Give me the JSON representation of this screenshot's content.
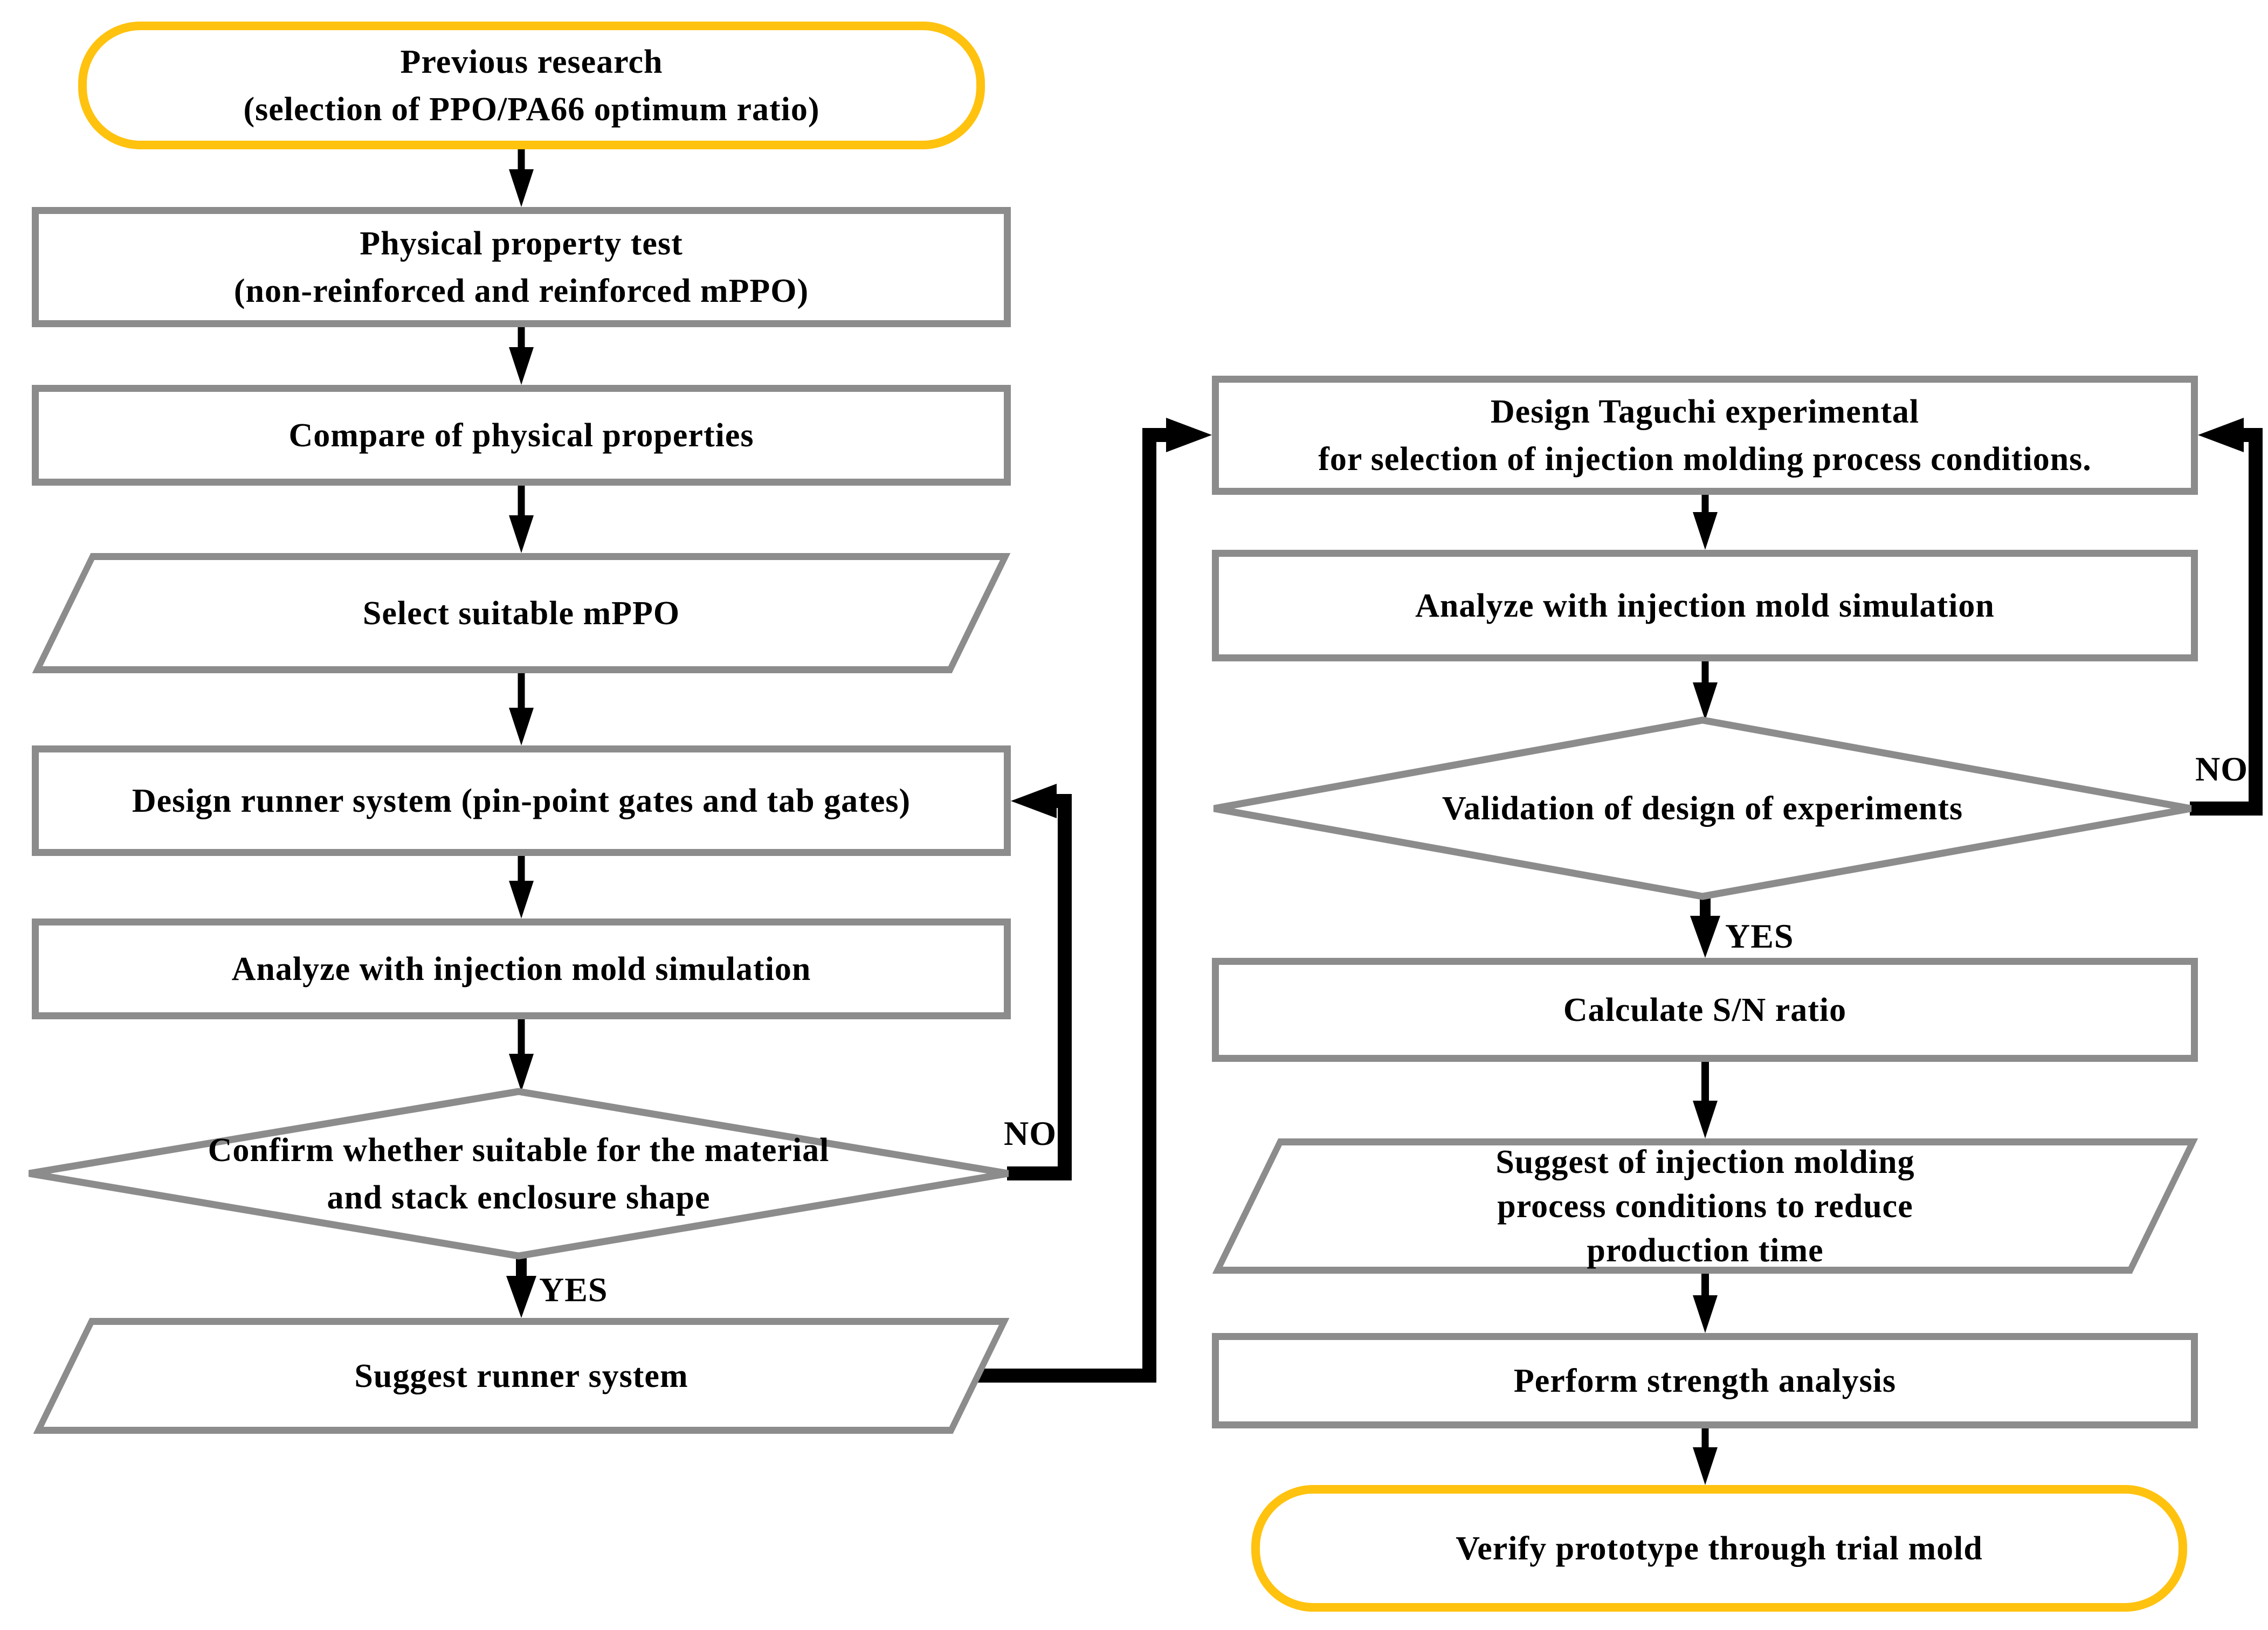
{
  "palette": {
    "terminator_border": "#FFC20E",
    "shape_border": "#8C8C8C",
    "arrow": "#000000",
    "text": "#000000",
    "background": "#FFFFFF"
  },
  "nodes": {
    "previous_research": {
      "shape": "terminator",
      "lines": [
        "Previous research",
        "(selection of PPO/PA66 optimum ratio)"
      ]
    },
    "physical_property_test": {
      "shape": "process",
      "lines": [
        "Physical property test",
        "(non-reinforced and reinforced mPPO)"
      ]
    },
    "compare_properties": {
      "shape": "process",
      "lines": [
        "Compare of physical properties"
      ]
    },
    "select_mppo": {
      "shape": "input-output",
      "lines": [
        "Select suitable mPPO"
      ]
    },
    "design_runner_system": {
      "shape": "process",
      "lines": [
        "Design runner system (pin-point gates and tab gates)"
      ]
    },
    "analyze_mold_left": {
      "shape": "process",
      "lines": [
        "Analyze with injection mold simulation"
      ]
    },
    "confirm_suitable": {
      "shape": "decision",
      "lines": [
        "Confirm whether suitable for the material",
        "and stack enclosure shape"
      ]
    },
    "suggest_runner_system": {
      "shape": "input-output",
      "lines": [
        "Suggest runner system"
      ]
    },
    "design_taguchi": {
      "shape": "process",
      "lines": [
        "Design Taguchi experimental",
        "for selection of injection molding process conditions."
      ]
    },
    "analyze_mold_right": {
      "shape": "process",
      "lines": [
        "Analyze with injection mold simulation"
      ]
    },
    "validation_doe": {
      "shape": "decision",
      "lines": [
        "Validation of design of experiments"
      ]
    },
    "calculate_sn_ratio": {
      "shape": "process",
      "lines": [
        "Calculate S/N ratio"
      ]
    },
    "suggest_conditions": {
      "shape": "input-output",
      "lines": [
        "Suggest of injection molding",
        "process conditions to reduce",
        "production time"
      ]
    },
    "perform_strength": {
      "shape": "process",
      "lines": [
        "Perform strength analysis"
      ]
    },
    "verify_prototype": {
      "shape": "terminator",
      "lines": [
        "Verify prototype through trial mold"
      ]
    }
  },
  "edge_labels": {
    "left_no": "NO",
    "left_yes": "YES",
    "right_no": "NO",
    "right_yes": "YES"
  }
}
